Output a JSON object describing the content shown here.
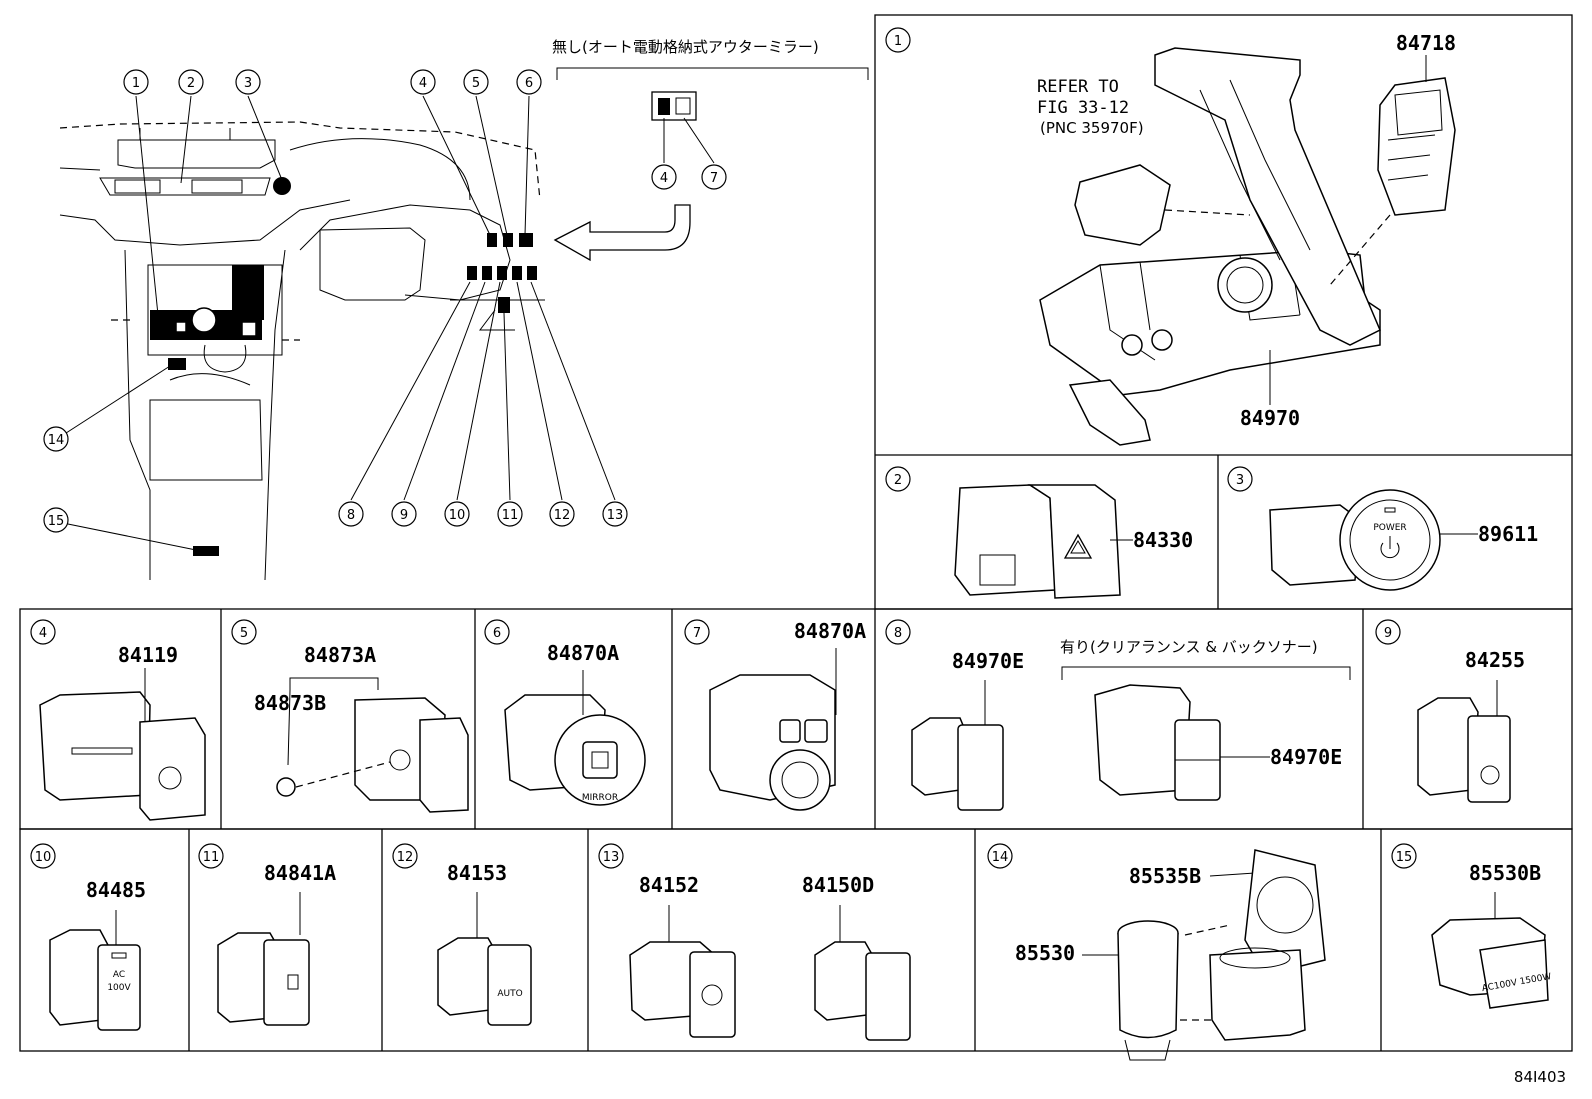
{
  "note_top": "無し(オート電動格納式アウターミラー)",
  "note_panel8": "有り(クリアランンス & バックソナー)",
  "refer": {
    "line1": "REFER TO",
    "line2": "FIG 33-12",
    "line3": "(PNC 35970F)"
  },
  "figure_id": "84I403",
  "callouts": [
    "1",
    "2",
    "3",
    "4",
    "5",
    "6",
    "7",
    "8",
    "9",
    "10",
    "11",
    "12",
    "13",
    "14",
    "15"
  ],
  "panels": {
    "p1": {
      "num": "1",
      "parts": [
        "84718",
        "84970"
      ]
    },
    "p2": {
      "num": "2",
      "parts": [
        "84330"
      ]
    },
    "p3": {
      "num": "3",
      "parts": [
        "89611"
      ],
      "label": "POWER"
    },
    "p4": {
      "num": "4",
      "parts": [
        "84119"
      ]
    },
    "p5": {
      "num": "5",
      "parts": [
        "84873A",
        "84873B"
      ]
    },
    "p6": {
      "num": "6",
      "parts": [
        "84870A"
      ],
      "label": "MIRROR"
    },
    "p7": {
      "num": "7",
      "parts": [
        "84870A"
      ]
    },
    "p8": {
      "num": "8",
      "parts": [
        "84970E",
        "84970E"
      ]
    },
    "p9": {
      "num": "9",
      "parts": [
        "84255"
      ]
    },
    "p10": {
      "num": "10",
      "parts": [
        "84485"
      ],
      "label1": "AC",
      "label2": "100V"
    },
    "p11": {
      "num": "11",
      "parts": [
        "84841A"
      ]
    },
    "p12": {
      "num": "12",
      "parts": [
        "84153"
      ],
      "label": "AUTO"
    },
    "p13": {
      "num": "13",
      "parts": [
        "84152",
        "84150D"
      ]
    },
    "p14": {
      "num": "14",
      "parts": [
        "85535B",
        "85530"
      ]
    },
    "p15": {
      "num": "15",
      "parts": [
        "85530B"
      ],
      "label": "AC100V 1500W"
    }
  }
}
